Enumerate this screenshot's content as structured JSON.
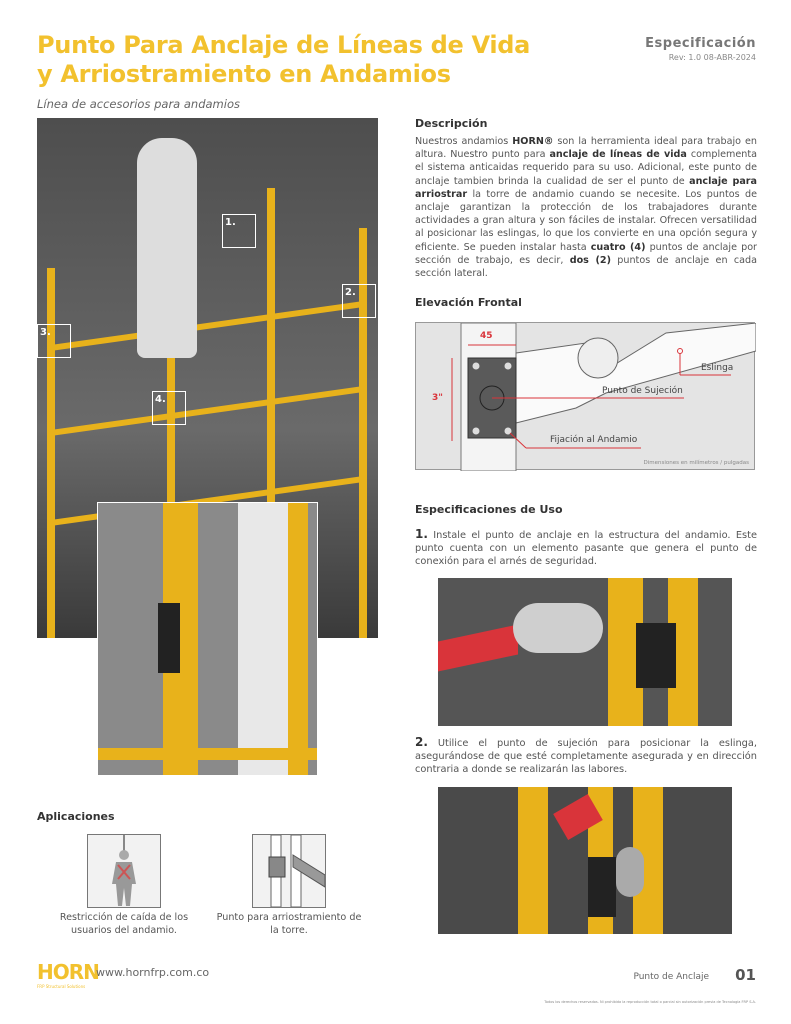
{
  "header": {
    "title_line1": "Punto Para Anclaje de Líneas de Vida",
    "title_line2": "y Arriostramiento en Andamios",
    "subtitle": "Línea de accesorios para andamios",
    "spec_label": "Especificación",
    "revision": "Rev: 1.0 08-ABR-2024"
  },
  "photo_badges": [
    "1.",
    "2.",
    "3.",
    "4."
  ],
  "description": {
    "heading": "Descripción",
    "parts": [
      "Nuestros andamios ",
      "HORN®",
      " son la herramienta ideal para trabajo en altura. Nuestro punto para ",
      "anclaje de líneas de vida",
      " complementa el sistema anticaidas requerido para su uso. Adicional, este punto de anclaje tambien brinda la cualidad de ser el punto de ",
      "anclaje para arriostrar",
      " la torre de andamio cuando se necesite. Los puntos de anclaje garantizan la protección de los trabajadores durante actividades a gran altura y son fáciles de instalar. Ofrecen versatilidad al posicionar las eslingas, lo que los convierte en una opción segura y eficiente. Se pueden instalar hasta ",
      "cuatro (4)",
      " puntos de anclaje por sección de trabajo, es decir, ",
      "dos (2)",
      " puntos de anclaje en cada sección lateral."
    ]
  },
  "elevation": {
    "heading": "Elevación Frontal",
    "dim_width": "45",
    "dim_height": "3\"",
    "label_sling": "Eslinga",
    "label_point": "Punto de Sujeción",
    "label_fixing": "Fijación al Andamio",
    "note": "Dimensiones en milímetros / pulgadas"
  },
  "usage": {
    "heading": "Especificaciones de Uso",
    "steps": [
      {
        "num": "1.",
        "text": " Instale el punto de anclaje en la estructura del andamio. Este punto cuenta con un elemento pasante que genera el punto de conexión para el arnés de seguridad."
      },
      {
        "num": "2.",
        "text": " Utilice el punto de sujeción para posicionar la eslinga, asegurándose de que esté completamente asegurada y en dirección contraria a donde se realizarán las labores."
      }
    ]
  },
  "applications": {
    "heading": "Aplicaciones",
    "items": [
      {
        "caption": "Restricción de caída de los usuarios del andamio."
      },
      {
        "caption": "Punto para arriostramiento de la torre."
      }
    ]
  },
  "footer": {
    "logo": "HORN",
    "logo_tagline": "FRP Structural Solutions",
    "url": "www.hornfrp.com.co",
    "page_label": "Punto de Anclaje",
    "page_number": "01",
    "legal": "Todos los derechos reservados. Ni prohibida la reproducción total o parcial sin autorización previa de Tecnología FRP S.A."
  },
  "colors": {
    "brand_yellow": "#f2c12e",
    "accent_red": "#d9343a"
  }
}
